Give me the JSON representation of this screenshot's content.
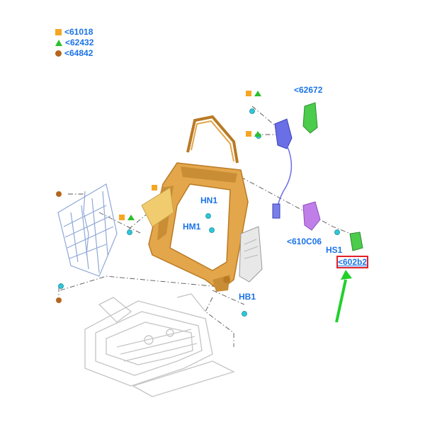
{
  "legend": [
    {
      "symbol": "square",
      "color": "#f5a623",
      "code": "<61018"
    },
    {
      "symbol": "triangle",
      "color": "#2bc02b",
      "code": "<62432"
    },
    {
      "symbol": "circle",
      "color": "#b5651d",
      "code": "<64842"
    }
  ],
  "labels": {
    "part_62672": "<62672",
    "hn1": "HN1",
    "hm1": "HM1",
    "part_610c06": "<610C06",
    "hs1": "HS1",
    "part_highlighted": "<602b2",
    "hb1": "HB1"
  },
  "colors": {
    "frame": "#e3a64a",
    "frame_dark": "#b97a24",
    "bracket_blue": "#6a6fe6",
    "part_purple": "#c07ee8",
    "part_green": "#4ccc4c",
    "fastener_cyan": "#2ec8d8",
    "label_blue": "#1a73e8",
    "highlight_red": "#e0202a",
    "arrow_green": "#22d02a"
  }
}
